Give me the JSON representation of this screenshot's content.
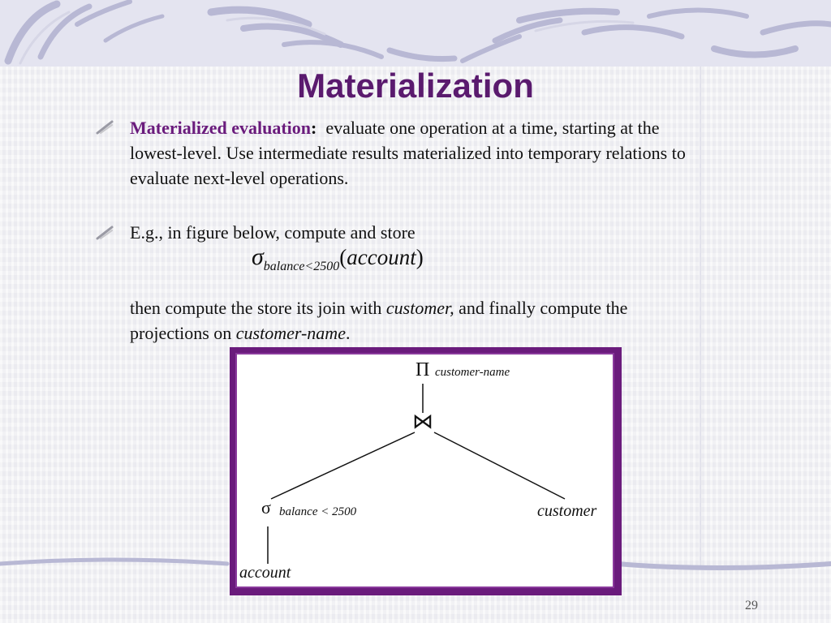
{
  "title": "Materialization",
  "bullets": [
    {
      "term": "Materialized evaluation",
      "colon": ":",
      "text": "evaluate one operation at a time, starting at the lowest-level.  Use intermediate results materialized into temporary relations to evaluate next-level operations."
    },
    {
      "text": "E.g., in figure below, compute and store"
    }
  ],
  "formula": {
    "sigma": "σ",
    "condition": "balance<2500",
    "open_paren": "(",
    "relation": "account",
    "close_paren": ")"
  },
  "continuation": {
    "text1": "then compute the store its join with ",
    "join_with": "customer,",
    "text2": " and finally compute the projections on ",
    "proj_attr": "customer-name",
    "text3": "."
  },
  "figure": {
    "projection_symbol": "Π",
    "projection_attr": "customer-name",
    "join_symbol": "⋈",
    "selection_symbol": "σ",
    "selection_condition": "balance < 2500",
    "right_relation": "customer",
    "leaf_relation": "account"
  },
  "slide_number": "29",
  "colors": {
    "title": "#5a1a6e",
    "term": "#6a1b7c",
    "frame": "#6a1b7c"
  },
  "icons": {
    "bullet": "quill-bullet-icon"
  }
}
